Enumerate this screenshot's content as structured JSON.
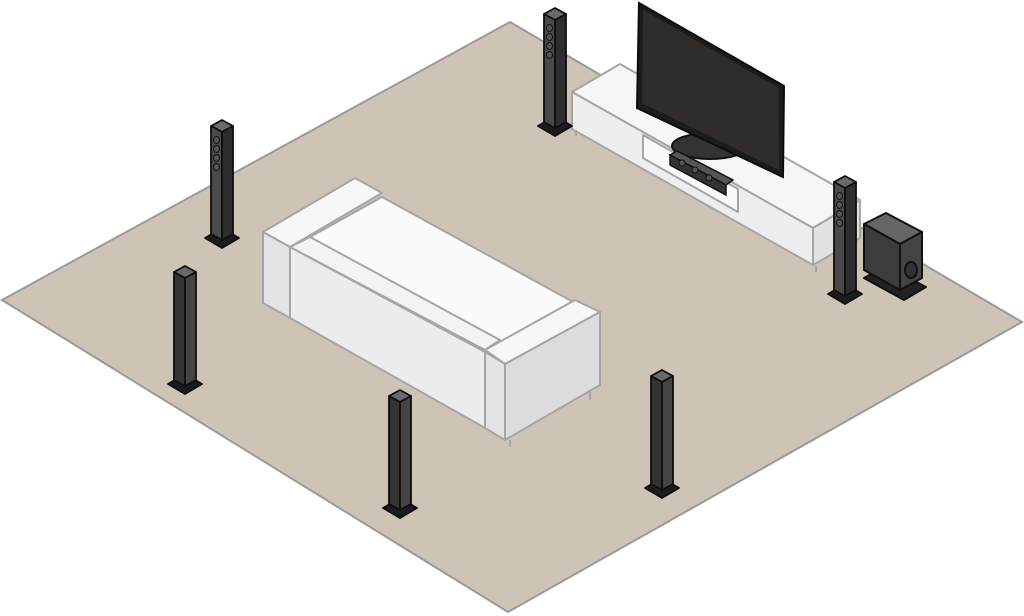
{
  "colors": {
    "background": "#ffffff",
    "floor": "#cec4b5",
    "outline": "#9a9a9a",
    "furniture": "#efefef",
    "furniture_shade": "#dcdcdc",
    "speaker": "#3a3a3a",
    "speaker_dark": "#1e1e1e",
    "screen": "#2b2b2b"
  },
  "scene": {
    "items": [
      {
        "kind": "rug",
        "icon": "floor-rug"
      },
      {
        "kind": "tv",
        "icon": "television-icon"
      },
      {
        "kind": "tv-stand",
        "icon": "media-console"
      },
      {
        "kind": "sofa",
        "icon": "sofa-icon"
      },
      {
        "kind": "center-speaker",
        "icon": "center-speaker-icon"
      },
      {
        "kind": "subwoofer",
        "icon": "subwoofer-icon"
      },
      {
        "kind": "tower-speaker",
        "count": 6,
        "icon": "tower-speaker-icon"
      }
    ]
  }
}
